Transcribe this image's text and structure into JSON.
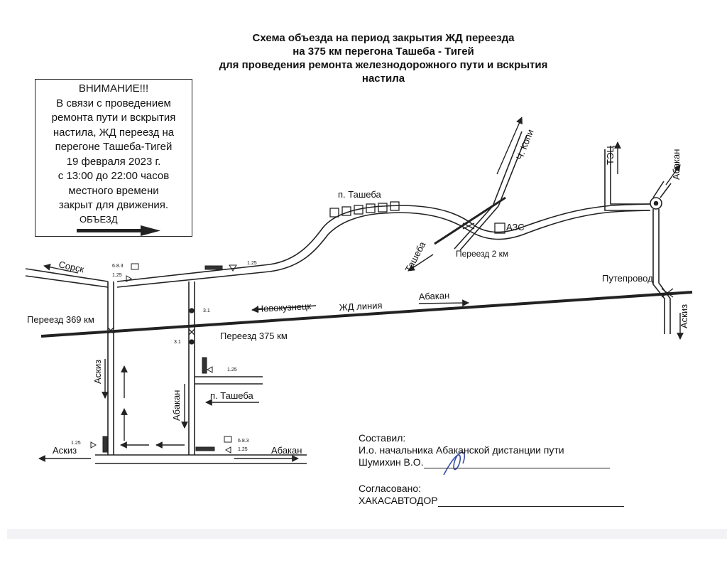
{
  "title": {
    "line1": "Схема объезда на период закрытия ЖД переезда",
    "line2": "на 375 км перегона Ташеба - Тигей",
    "line3": "для проведения ремонта железнодорожного пути и вскрытия",
    "line4": "настила"
  },
  "notice": {
    "lines": [
      "ВНИМАНИЕ!!!",
      "В связи с проведением",
      "ремонта пути и вскрытия",
      "настила, ЖД переезд на",
      "перегоне  Ташеба-Тигей",
      "19 февраля 2023 г.",
      "с 13:00 до 22:00 часов",
      "местного времени",
      "закрыт для движения."
    ],
    "detour": "ОБЪЕЗД"
  },
  "labels": {
    "sorsk": "Сорск",
    "p_tasheba_top": "п. Ташеба",
    "ch_kopi": "Ч. Копи",
    "tec": "ТЭЦ",
    "abakan_top": "Абакан",
    "azs": "АЗС",
    "tasheba_diag": "Ташеба",
    "pereezd_2km": "Переезд 2 км",
    "puteprovod": "Путепровод",
    "askiz_right": "Аскиз",
    "novokuznetsk": "Новокузнецк",
    "zhd_liniya": "ЖД линия",
    "abakan_rail": "Абакан",
    "pereezd_369": "Переезд 369 км",
    "pereezd_375": "Переезд 375 км",
    "askiz_vertical": "Аскиз",
    "abakan_vertical": "Абакан",
    "p_tasheba_bottom": "п. Ташеба",
    "askiz_bottom": "Аскиз",
    "abakan_bottom": "Абакан"
  },
  "road_signs": {
    "s125": "1.25",
    "s31": "3.1",
    "s683": "6.8.3"
  },
  "signature": {
    "compiled": "Составил:",
    "position": "И.о. начальника Абаканской дистанции пути",
    "name": "Шумихин В.О.",
    "agreed": "Согласовано:",
    "org": "ХАКАСАВТОДОР"
  }
}
